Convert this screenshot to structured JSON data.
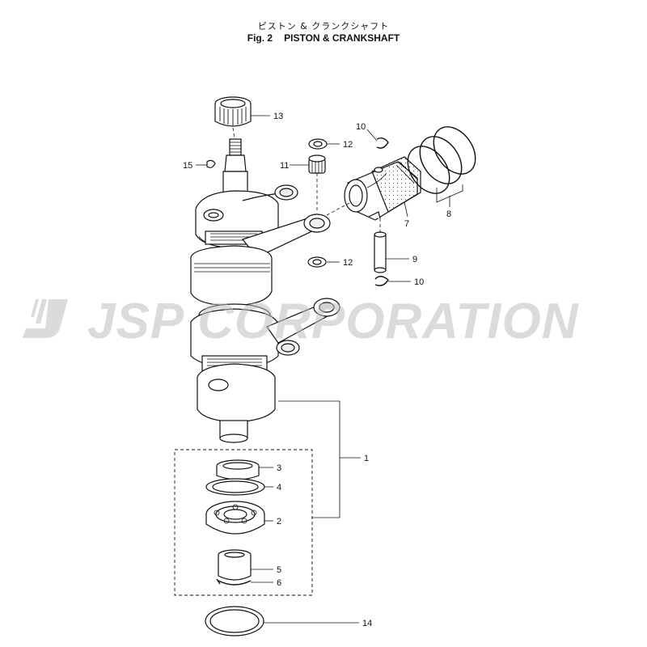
{
  "header": {
    "title_jp": "ピストン & クランクシャフト",
    "fig_label": "Fig. 2",
    "title_en": "PISTON & CRANKSHAFT"
  },
  "watermark": {
    "text": "JSP CORPORATION",
    "logo": "j-logo-icon"
  },
  "callouts": [
    {
      "id": "13",
      "label": "13"
    },
    {
      "id": "12a",
      "label": "12"
    },
    {
      "id": "10a",
      "label": "10"
    },
    {
      "id": "15",
      "label": "15"
    },
    {
      "id": "11",
      "label": "11"
    },
    {
      "id": "7",
      "label": "7"
    },
    {
      "id": "8",
      "label": "8"
    },
    {
      "id": "12b",
      "label": "12"
    },
    {
      "id": "9",
      "label": "9"
    },
    {
      "id": "10b",
      "label": "10"
    },
    {
      "id": "1",
      "label": "1"
    },
    {
      "id": "3",
      "label": "3"
    },
    {
      "id": "4",
      "label": "4"
    },
    {
      "id": "2",
      "label": "2"
    },
    {
      "id": "5",
      "label": "5"
    },
    {
      "id": "6",
      "label": "6"
    },
    {
      "id": "14",
      "label": "14"
    }
  ]
}
